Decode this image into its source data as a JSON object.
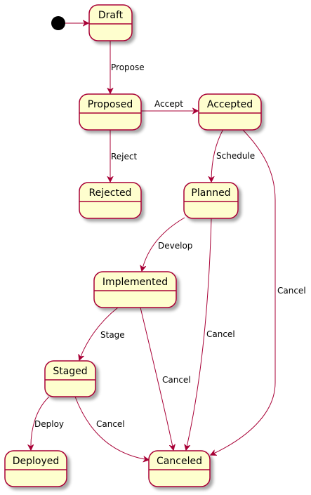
{
  "diagram": {
    "type": "state-diagram",
    "colors": {
      "state_fill": "#FEFECE",
      "state_border": "#A80036",
      "arrow": "#A80036",
      "initial": "#000000",
      "shadow": "#C8C8C8"
    },
    "states": [
      {
        "id": "draft",
        "label": "Draft"
      },
      {
        "id": "proposed",
        "label": "Proposed"
      },
      {
        "id": "accepted",
        "label": "Accepted"
      },
      {
        "id": "rejected",
        "label": "Rejected"
      },
      {
        "id": "planned",
        "label": "Planned"
      },
      {
        "id": "implemented",
        "label": "Implemented"
      },
      {
        "id": "staged",
        "label": "Staged"
      },
      {
        "id": "deployed",
        "label": "Deployed"
      },
      {
        "id": "canceled",
        "label": "Canceled"
      }
    ],
    "transitions": [
      {
        "id": "t-start",
        "from": "initial",
        "to": "draft",
        "label": ""
      },
      {
        "id": "t-propose",
        "from": "draft",
        "to": "proposed",
        "label": "Propose"
      },
      {
        "id": "t-accept",
        "from": "proposed",
        "to": "accepted",
        "label": "Accept"
      },
      {
        "id": "t-reject",
        "from": "proposed",
        "to": "rejected",
        "label": "Reject"
      },
      {
        "id": "t-schedule",
        "from": "accepted",
        "to": "planned",
        "label": "Schedule"
      },
      {
        "id": "t-accepted-cancel",
        "from": "accepted",
        "to": "canceled",
        "label": "Cancel"
      },
      {
        "id": "t-develop",
        "from": "planned",
        "to": "implemented",
        "label": "Develop"
      },
      {
        "id": "t-planned-cancel",
        "from": "planned",
        "to": "canceled",
        "label": "Cancel"
      },
      {
        "id": "t-stage",
        "from": "implemented",
        "to": "staged",
        "label": "Stage"
      },
      {
        "id": "t-implemented-cancel",
        "from": "implemented",
        "to": "canceled",
        "label": "Cancel"
      },
      {
        "id": "t-deploy",
        "from": "staged",
        "to": "deployed",
        "label": "Deploy"
      },
      {
        "id": "t-staged-cancel",
        "from": "staged",
        "to": "canceled",
        "label": "Cancel"
      }
    ]
  }
}
